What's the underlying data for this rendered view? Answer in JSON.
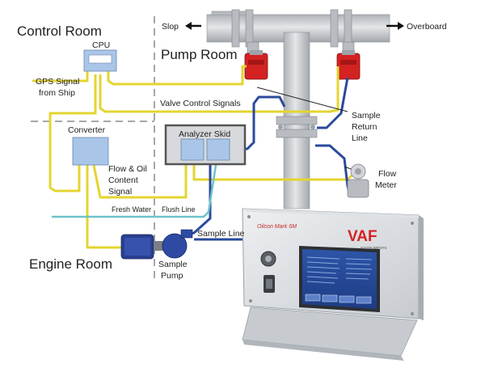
{
  "rooms": {
    "control_room": "Control Room",
    "pump_room": "Pump Room",
    "engine_room": "Engine Room"
  },
  "labels": {
    "slop": "Slop",
    "overboard": "Overboard",
    "cpu": "CPU",
    "gps_line1": "GPS Signal",
    "gps_line2": "from Ship",
    "valve_control": "Valve Control Signals",
    "converter": "Converter",
    "analyzer_skid": "Analyzer Skid",
    "sample_return_1": "Sample",
    "sample_return_2": "Return",
    "sample_return_3": "Line",
    "flow_meter_1": "Flow",
    "flow_meter_2": "Meter",
    "flow_oil_1": "Flow & Oil",
    "flow_oil_2": "Content",
    "flow_oil_3": "Signal",
    "fresh_water": "Fresh Water",
    "flush_line": "Flush Line",
    "sample_line": "Sample Line",
    "sample_pump_1": "Sample",
    "sample_pump_2": "Pump"
  },
  "device": {
    "model": "Oilcon Mark 6M",
    "brand": "VAF",
    "subbrand": "INSTRUMENTS"
  },
  "colors": {
    "signal_line": "#e3d531",
    "sample_line": "#2b4a9c",
    "flush_line": "#6ec3c9",
    "valve": "#d42222",
    "pipe": "#c9ccd0",
    "divider": "#a7a7a7"
  }
}
